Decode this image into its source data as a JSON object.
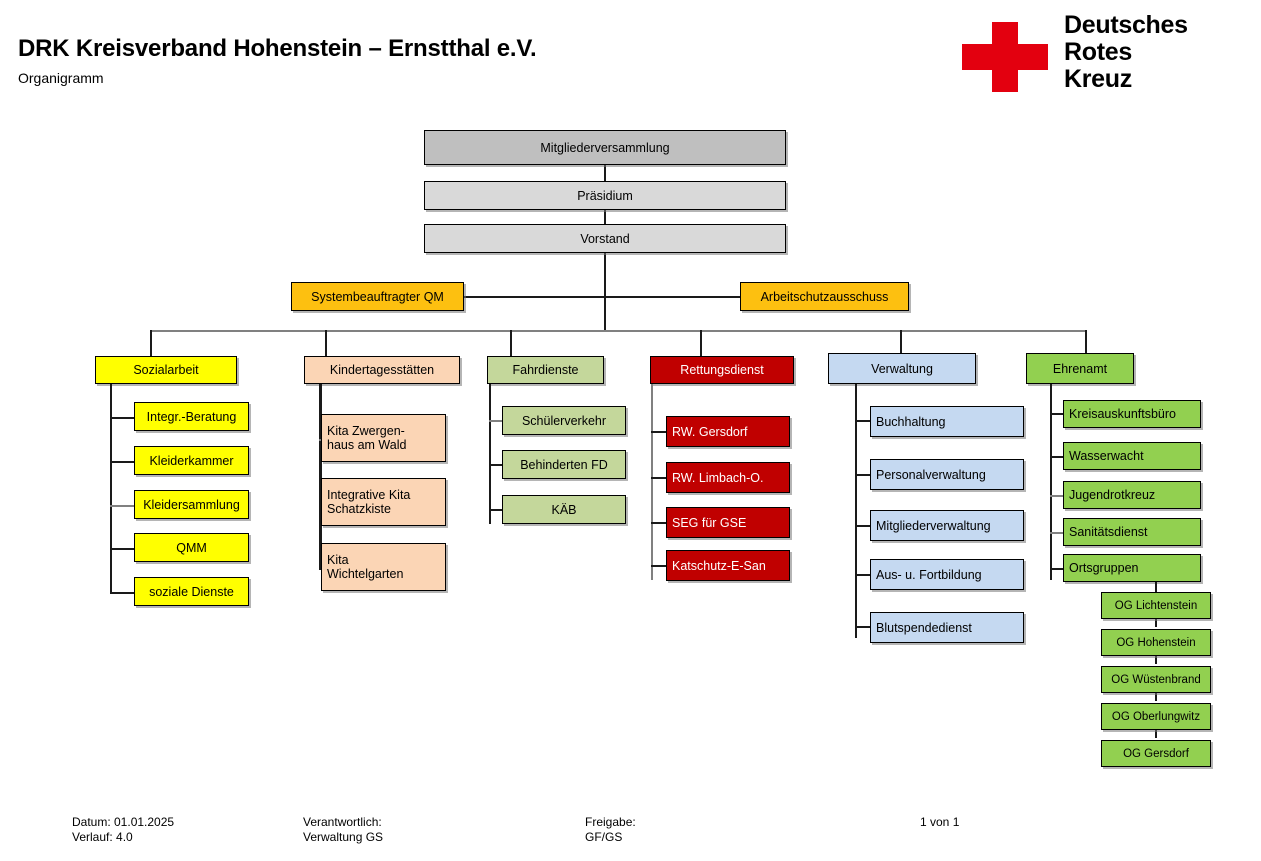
{
  "header": {
    "title": "DRK Kreisverband Hohenstein – Ernstthal e.V.",
    "subtitle": "Organigramm",
    "logo": {
      "line1": "Deutsches",
      "line2": "Rotes",
      "line3": "Kreuz",
      "cross_color": "#e3000f"
    }
  },
  "chart_data": {
    "type": "diagram",
    "title": "Organigramm",
    "levels": {
      "assembly": "Mitgliederversammlung",
      "presidium": "Präsidium",
      "board": "Vorstand"
    },
    "staff": [
      {
        "label": "Systembeauftragter QM",
        "color": "#fdc010"
      },
      {
        "label": "Arbeitschutzausschuss",
        "color": "#fdc010"
      }
    ],
    "departments": [
      {
        "label": "Sozialarbeit",
        "color": "#ffff00",
        "children": [
          "Integr.-Beratung",
          "Kleiderkammer",
          "Kleidersammlung",
          "QMM",
          "soziale Dienste"
        ]
      },
      {
        "label": "Kindertagesstätten",
        "color": "#fbd5b5",
        "children": [
          "Kita Zwergen-\nhaus am Wald",
          "Integrative Kita\nSchatzkiste",
          "Kita\nWichtelgarten"
        ]
      },
      {
        "label": "Fahrdienste",
        "color": "#c4d79b",
        "children": [
          "Schülerverkehr",
          "Behinderten FD",
          "KÄB"
        ]
      },
      {
        "label": "Rettungsdienst",
        "color": "#c00000",
        "children": [
          "RW. Gersdorf",
          "RW. Limbach-O.",
          "SEG für GSE",
          "Katschutz-E-San"
        ]
      },
      {
        "label": "Verwaltung",
        "color": "#c5d9f1",
        "children": [
          "Buchhaltung",
          "Personalverwaltung",
          "Mitgliederverwaltung",
          "Aus- u. Fortbildung",
          "Blutspendedienst"
        ]
      },
      {
        "label": "Ehrenamt",
        "color": "#92d050",
        "children": [
          "Kreisauskunftsbüro",
          "Wasserwacht",
          "Jugendrotkreuz",
          "Sanitätsdienst",
          "Ortsgruppen"
        ],
        "grandchildren": [
          "OG Lichtenstein",
          "OG Hohenstein",
          "OG Wüstenbrand",
          "OG Oberlungwitz",
          "OG Gersdorf"
        ]
      }
    ]
  },
  "footer": {
    "col1": "Datum: 01.01.2025\nVerlauf: 4.0",
    "col2": "Verantwortlich:\nVerwaltung GS",
    "col3": "Freigabe:\nGF/GS",
    "col4": "1 von 1"
  }
}
